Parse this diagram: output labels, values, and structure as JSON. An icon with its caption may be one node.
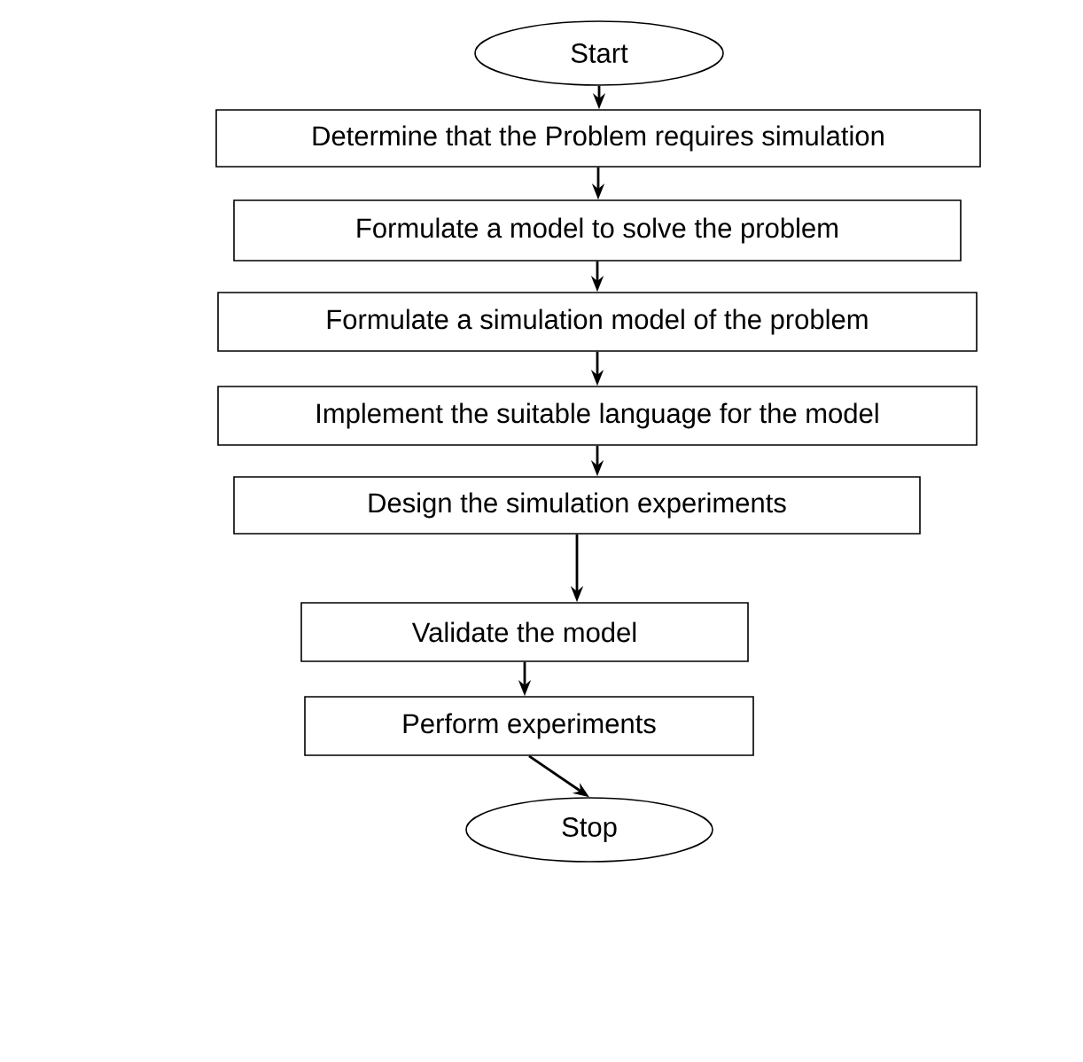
{
  "diagram": {
    "nodes": [
      {
        "text": [
          "Start"
        ]
      },
      {
        "text": [
          "Determine that the Problem requires simulation"
        ]
      },
      {
        "text": [
          "Formulate a model to solve the problem"
        ]
      },
      {
        "text": [
          "Formulate a simulation model of the problem"
        ]
      },
      {
        "text": [
          "Implement the suitable language for the model"
        ]
      },
      {
        "text": [
          "Design the simulation experiments"
        ]
      },
      {
        "text": [
          "Validate the model"
        ]
      },
      {
        "text": [
          "Perform experiments"
        ]
      },
      {
        "text": [
          "Stop"
        ]
      }
    ],
    "edges": [
      {
        "from": 0,
        "to": 1,
        "arrow": "to"
      },
      {
        "from": 1,
        "to": 2,
        "arrow": "to"
      },
      {
        "from": 2,
        "to": 3,
        "arrow": "to"
      },
      {
        "from": 3,
        "to": 4,
        "arrow": "to"
      },
      {
        "from": 4,
        "to": 5,
        "arrow": "to"
      },
      {
        "from": 5,
        "to": 6,
        "arrow": "to"
      },
      {
        "from": 6,
        "to": 7,
        "arrow": "to"
      },
      {
        "from": 7,
        "to": 8,
        "arrow": "to"
      }
    ]
  }
}
